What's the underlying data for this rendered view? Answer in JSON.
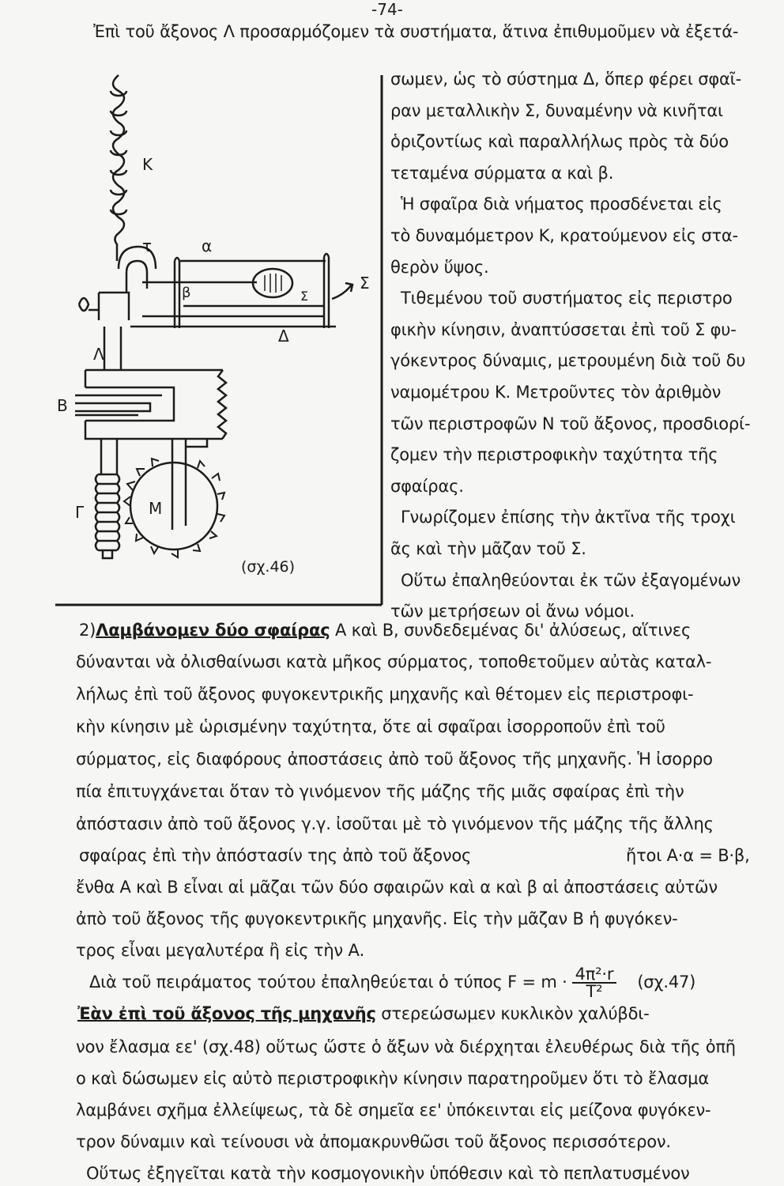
{
  "page_number": "-74-",
  "intro_line": "Ἐπὶ τοῦ ἄξονος Λ προσαρμόζομεν τὰ συστήματα, ἅτινα ἐπιθυμοῦμεν νὰ ἐξετά-",
  "right_column": [
    "σωμεν, ὡς τὸ σύστημα Δ, ὅπερ φέρει σφαῖ-",
    "ραν μεταλλικὴν Σ, δυναμένην νὰ κινῆται",
    "ὁριζοντίως καὶ παραλλήλως πρὸς τὰ δύο",
    "τεταμένα σύρματα α καὶ β.",
    "  Ἡ σφαῖρα διὰ νήματος προσδένεται εἰς",
    "τὸ δυναμόμετρον Κ, κρατούμενον εἰς στα-",
    "θερὸν ὕψος.",
    "  Τιθεμένου τοῦ συστήματος εἰς περιστρο",
    "φικὴν κίνησιν, ἀναπτύσσεται ἐπὶ τοῦ Σ φυ-",
    "γόκεντρος δύναμις, μετρουμένη διὰ τοῦ δυ",
    "ναμομέτρου Κ. Μετροῦντες τὸν ἀριθμὸν",
    "τῶν περιστροφῶν Ν τοῦ ἄξονος, προσδιορί-",
    "ζομεν τὴν περιστροφικὴν ταχύτητα τῆς",
    "σφαίρας.",
    "  Γνωρίζομεν ἐπίσης τὴν ἀκτῖνα τῆς τροχι",
    "ᾶς καὶ τὴν μᾶζαν τοῦ Σ.",
    "  Οὕτω ἐπαληθεύονται ἐκ τῶν ἐξαγομένων",
    "τῶν μετρήσεων οἱ ἄνω νόμοι."
  ],
  "figure": {
    "caption": "(σχ.46)",
    "labels": {
      "K": "Κ",
      "tau": "τ",
      "alpha": "α",
      "beta": "β",
      "sigma": "Σ",
      "sigma2": "Σ",
      "delta": "Δ",
      "lambda": "Λ",
      "B": "Β",
      "gamma": "Γ",
      "M": "Μ"
    }
  },
  "section2": {
    "number": "2)",
    "heading": "Λαμβάνομεν δύο σφαίρας",
    "first_line_rest": " Α καὶ Β, συνδεδεμένας δι' ἀλύσεως, αἵτινες",
    "lines": [
      "δύνανται νὰ ὀλισθαίνωσι κατὰ μῆκος σύρματος, τοποθετοῦμεν αὐτὰς καταλ-",
      "λήλως ἐπὶ τοῦ ἄξονος φυγοκεντρικῆς μηχανῆς καὶ θέτομεν εἰς περιστροφι-",
      "κὴν κίνησιν μὲ ὡρισμένην ταχύτητα, ὅτε αἱ σφαῖραι ἰσορροποῦν ἐπὶ τοῦ",
      "σύρματος, εἰς διαφόρους ἀποστάσεις ἀπὸ τοῦ ἄξονος τῆς μηχανῆς. Ἡ ἰσορρο",
      "πία ἐπιτυγχάνεται ὅταν τὸ γινόμενον τῆς μάζης τῆς μιᾶς σφαίρας ἐπὶ τὴν",
      "ἀπόστασιν ἀπὸ τοῦ ἄξονος γ.γ. ἰσοῦται μὲ τὸ γινόμενον τῆς μάζης τῆς ἄλλης"
    ],
    "line_with_eq": "σφαίρας ἐπὶ τὴν ἀπόστασίν της ἀπὸ τοῦ ἄξονος",
    "equation": "ἤτοι Α·α = Β·β,",
    "lines2": [
      "ἔνθα Α καὶ Β εἶναι αἱ μᾶζαι τῶν δύο σφαιρῶν καὶ α καὶ β αἱ ἀποστάσεις αὐτῶν",
      "ἀπὸ τοῦ ἄξονος τῆς φυγοκεντρικῆς μηχανῆς. Εἰς τὴν μᾶζαν Β ἡ φυγόκεν-",
      "τρος εἶναι μεγαλυτέρα ἢ εἰς τὴν Α."
    ],
    "formula_line": "  Διὰ τοῦ πειράματος τούτου ἐπαληθεύεται ὁ τύπος F = m ·",
    "formula_num": "4π²·r",
    "formula_den": "T²",
    "formula_ref": "(σχ.47)"
  },
  "section3": {
    "heading": "Ἐὰν ἐπὶ τοῦ ἄξονος τῆς μηχανῆς",
    "first_line_rest": " στερεώσωμεν κυκλικὸν χαλύβδι-",
    "lines": [
      "νον ἔλασμα εε' (σχ.48) οὕτως ὥστε ὁ ἄξων νὰ διέρχηται ἐλευθέρως διὰ τῆς ὀπῆ",
      "ο καὶ δώσωμεν εἰς αὐτὸ περιστροφικὴν κίνησιν παρατηροῦμεν ὅτι τὸ ἔλασμα",
      "λαμβάνει σχῆμα ἐλλείψεως, τὰ δὲ σημεῖα εε' ὑπόκεινται εἰς μείζονα φυγόκεν-",
      "τρον δύναμιν καὶ τείνουσι νὰ ἀπομακρυνθῶσι τοῦ ἄξονος περισσότερον.",
      "  Οὕτως ἐξηγεῖται κατὰ τὴν κοσμογονικὴν ὑπόθεσιν καὶ τὸ πεπλατυσμένον"
    ]
  }
}
